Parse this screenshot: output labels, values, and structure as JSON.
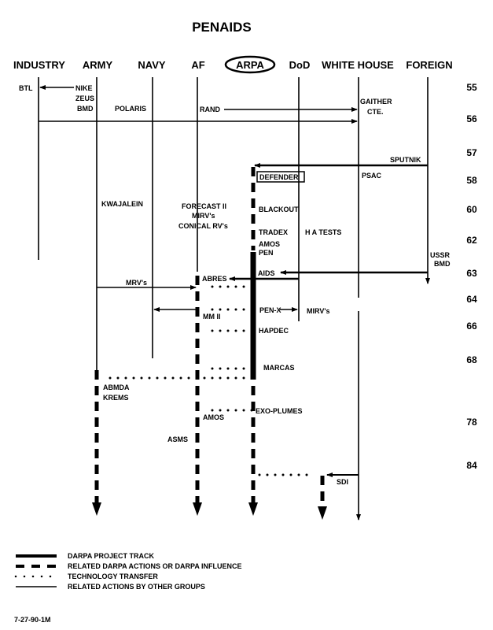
{
  "title": "PENAIDS",
  "columns": [
    "INDUSTRY",
    "ARMY",
    "NAVY",
    "AF",
    "ARPA",
    "DoD",
    "WHITE HOUSE",
    "FOREIGN"
  ],
  "years": [
    "55",
    "56",
    "57",
    "58",
    "60",
    "62",
    "63",
    "64",
    "66",
    "68",
    "78",
    "84"
  ],
  "labels": {
    "btl": "BTL",
    "nike": "NIKE",
    "zeus": "ZEUS",
    "bmd": "BMD",
    "polaris": "POLARIS",
    "rand": "RAND",
    "gaither": "GAITHER",
    "cte": "CTE.",
    "sputnik": "SPUTNIK",
    "psac": "PSAC",
    "defender": "DEFENDER",
    "kwajalein": "KWAJALEIN",
    "forecast": "FORECAST II",
    "mrvs_af": "MIRV's",
    "conical": "CONICAL RV's",
    "blackout": "BLACKOUT",
    "tradex": "TRADEX",
    "ha_tests": "H A  TESTS",
    "amos1": "AMOS",
    "pen": "PEN",
    "ussr": "USSR",
    "ussr_bmd": "BMD",
    "aids": "AIDS",
    "abres": "ABRES",
    "mrvs_army": "MRV's",
    "penx": "PEN-X",
    "mirvs_dod": "MIRV's",
    "mm2": "MM II",
    "hapdec": "HAPDEC",
    "marcas": "MARCAS",
    "abmda": "ABMDA",
    "krems": "KREMS",
    "exoplumes": "EXO-PLUMES",
    "amos2": "AMOS",
    "asms": "ASMS",
    "sdi": "SDI"
  },
  "legend": [
    "DARPA PROJECT TRACK",
    "RELATED DARPA ACTIONS OR DARPA INFLUENCE",
    "TECHNOLOGY TRANSFER",
    "RELATED ACTIONS BY OTHER GROUPS"
  ],
  "footer_code": "7-27-90-1M"
}
